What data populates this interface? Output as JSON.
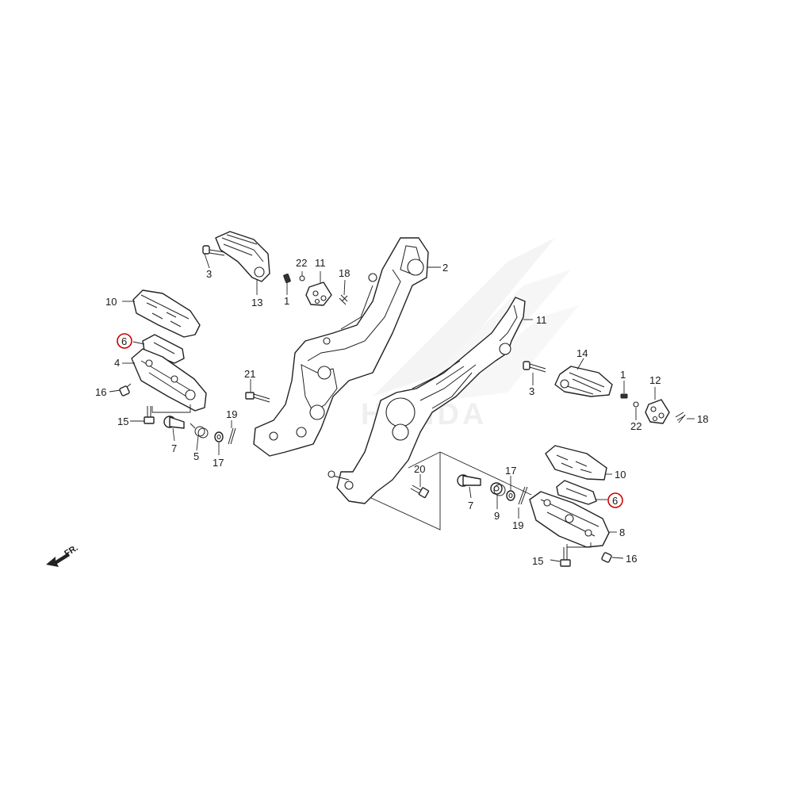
{
  "brand_watermark": "HONDA",
  "front_indicator": "FR.",
  "highlight_color": "#cc0000",
  "callouts": {
    "c1a": "1",
    "c1b": "1",
    "c2": "2",
    "c3a": "3",
    "c3b": "3",
    "c4": "4",
    "c5": "5",
    "c6a": "6",
    "c6b": "6",
    "c7a": "7",
    "c7b": "7",
    "c8": "8",
    "c9": "9",
    "c10a": "10",
    "c10b": "10",
    "c11a": "11",
    "c11b": "11",
    "c12": "12",
    "c13": "13",
    "c14": "14",
    "c15a": "15",
    "c15b": "15",
    "c16a": "16",
    "c16b": "16",
    "c17a": "17",
    "c17b": "17",
    "c18a": "18",
    "c18b": "18",
    "c19a": "19",
    "c19b": "19",
    "c20": "20",
    "c21": "21",
    "c22a": "22",
    "c22b": "22"
  }
}
